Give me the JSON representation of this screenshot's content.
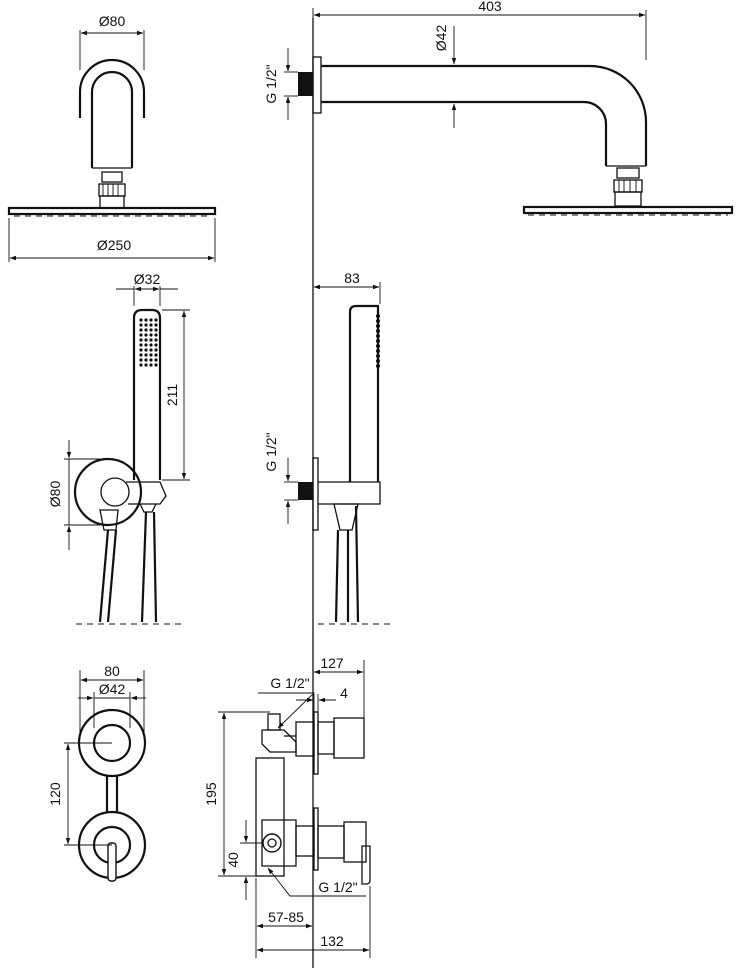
{
  "dimensions": {
    "head_arm_flange_dia": "Ø80",
    "head_dia": "Ø250",
    "arm_length": "403",
    "arm_tube_dia": "Ø42",
    "arm_thread": "G 1/2\"",
    "hand_dia": "Ø32",
    "hand_length": "211",
    "holder_flange_dia": "Ø80",
    "holder_depth": "83",
    "holder_thread": "G 1/2\"",
    "plate_width": "80",
    "knob_dia": "Ø42",
    "knob_spacing": "120",
    "valve_depth": "127",
    "valve_thread_top": "G 1/2\"",
    "flange_thickness": "4",
    "valve_height": "195",
    "outlet_spacing": "40",
    "valve_thread_bottom": "G 1/2\"",
    "install_depth": "57-85",
    "total_depth": "132"
  }
}
